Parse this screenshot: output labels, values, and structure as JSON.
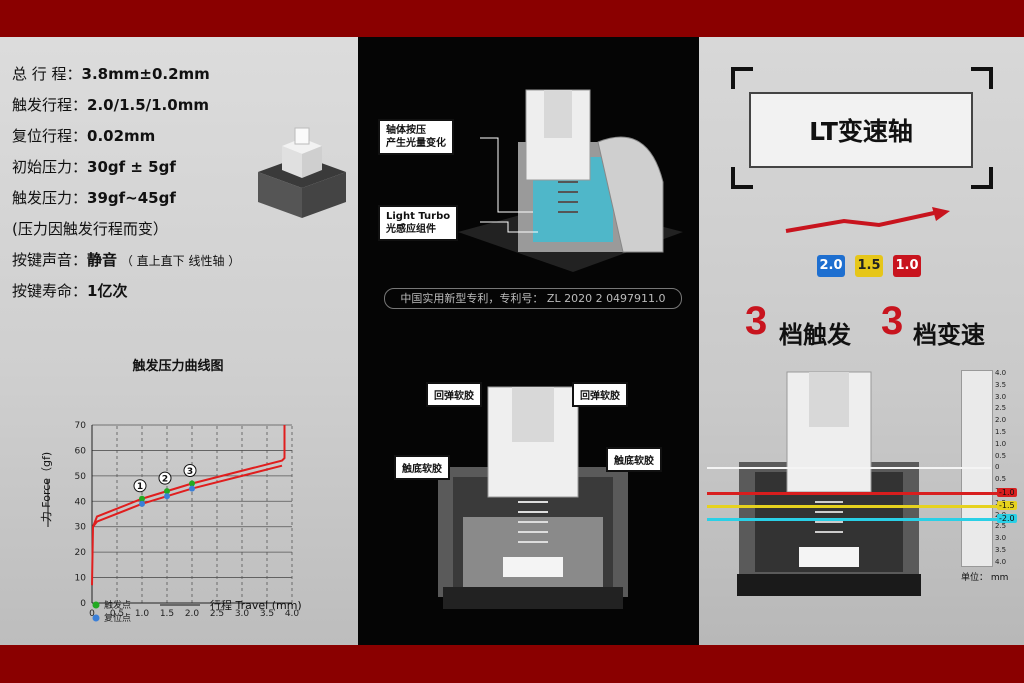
{
  "specs": [
    {
      "label": "总 行 程：",
      "value": "3.8mm±0.2mm",
      "note": ""
    },
    {
      "label": "触发行程：",
      "value": "2.0/1.5/1.0mm",
      "note": ""
    },
    {
      "label": "复位行程：",
      "value": "0.02mm",
      "note": ""
    },
    {
      "label": "初始压力：",
      "value": "30gf ± 5gf",
      "note": ""
    },
    {
      "label": "触发压力：",
      "value": "39gf~45gf",
      "note": ""
    },
    {
      "label": "",
      "value": "(压力因触发行程而变）",
      "note": ""
    },
    {
      "label": "按键声音：",
      "value": "静音",
      "note": "（ 直上直下 线性轴 ）"
    },
    {
      "label": "按键寿命：",
      "value": "1亿次",
      "note": ""
    }
  ],
  "chart_data": {
    "type": "line",
    "title": "触发压力曲线图",
    "xlabel": "行程 Travel (mm)",
    "ylabel": "力 Force（gf)",
    "xlim": [
      0,
      4.0
    ],
    "ylim": [
      0,
      70
    ],
    "x_ticks": [
      "0",
      "0.5",
      "1.0",
      "1.5",
      "2.0",
      "2.5",
      "3.0",
      "3.5",
      "4.0"
    ],
    "y_ticks": [
      "0",
      "10",
      "20",
      "30",
      "40",
      "50",
      "60",
      "70"
    ],
    "series": [
      {
        "name": "press",
        "x": [
          0,
          0.02,
          0.1,
          1.0,
          1.5,
          2.0,
          3.8,
          3.85,
          3.85
        ],
        "y": [
          7,
          30,
          34,
          41,
          44,
          47,
          56,
          57,
          70
        ]
      },
      {
        "name": "release",
        "x": [
          0.02,
          0.1,
          1.0,
          1.5,
          2.0,
          3.8
        ],
        "y": [
          30,
          32,
          39,
          42,
          45,
          54
        ]
      }
    ],
    "trigger_points": [
      {
        "label": "①",
        "x": 1.0,
        "y": 41
      },
      {
        "label": "②",
        "x": 1.5,
        "y": 44
      },
      {
        "label": "③",
        "x": 2.0,
        "y": 47
      }
    ],
    "reset_points": [
      {
        "x": 1.0,
        "y": 39
      },
      {
        "x": 1.5,
        "y": 42
      },
      {
        "x": 2.0,
        "y": 45
      }
    ],
    "legend": [
      {
        "text": "触发点",
        "color": "#22aa22"
      },
      {
        "text": "复位点",
        "color": "#3a7fd8"
      }
    ],
    "colors": {
      "curve": "#e01e1e",
      "grid": "#555555"
    }
  },
  "middle": {
    "callout_press": "轴体按压\n产生光量变化",
    "callout_lt": "Light Turbo\n光感应组件",
    "patent": "中国实用新型专利，专利号： ZL 2020 2 0497911.0",
    "callout_rebound_left": "回弹软胶",
    "callout_rebound_right": "回弹软胶",
    "callout_bottom_left": "触底软胶",
    "callout_bottom_right": "触底软胶"
  },
  "right": {
    "title": "LT变速轴",
    "badges": [
      {
        "text": "2.0",
        "bg": "#1e6fd0",
        "fg": "#ffffff"
      },
      {
        "text": "1.5",
        "bg": "#e6c619",
        "fg": "#222222"
      },
      {
        "text": "1.0",
        "bg": "#c8141e",
        "fg": "#ffffff"
      }
    ],
    "three1": "3",
    "word1": "档触发",
    "three2": "3",
    "word2": "档变速",
    "ruler_ticks": [
      "4.0",
      "3.5",
      "3.0",
      "2.5",
      "2.0",
      "1.5",
      "1.0",
      "0.5",
      "0",
      "0.5",
      "1.0",
      "1.5",
      "2.0",
      "2.5",
      "3.0",
      "3.5",
      "4.0"
    ],
    "markers": [
      {
        "text": "-1.0",
        "color": "#d81e1e"
      },
      {
        "text": "-1.5",
        "color": "#e6d21e"
      },
      {
        "text": "-2.0",
        "color": "#2ad0e6"
      }
    ],
    "unit": "单位： mm"
  }
}
